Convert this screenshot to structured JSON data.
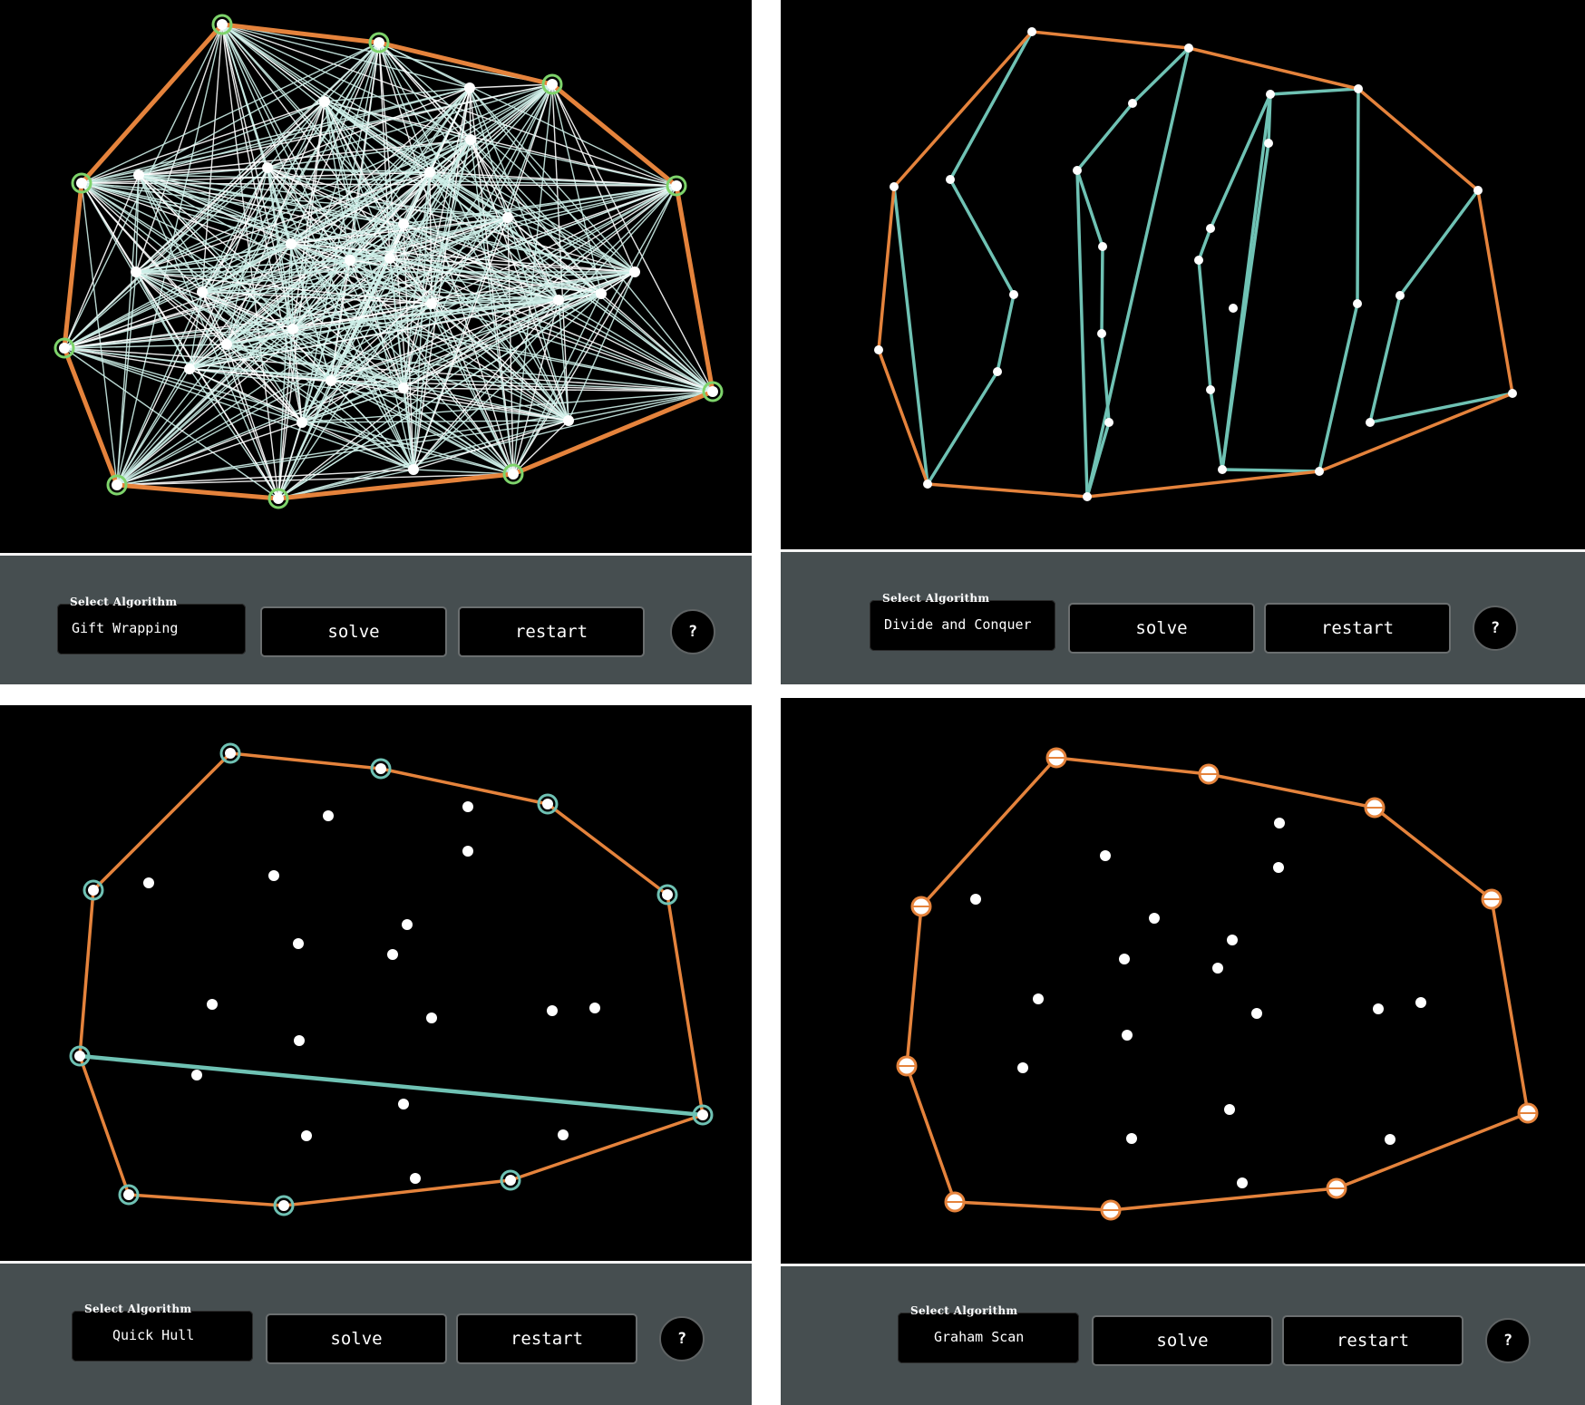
{
  "colors": {
    "canvas_bg": "#000000",
    "toolbar_bg": "#464e50",
    "hull_edge": "#e5833c",
    "teal": "#6fc2b4",
    "green": "#7ed46b",
    "point": "#ffffff"
  },
  "panels": [
    {
      "id": "gift-wrapping",
      "select": {
        "label": "Select Algorithm",
        "value": "Gift Wrapping"
      },
      "solve_label": "solve",
      "restart_label": "restart",
      "help_label": "?"
    },
    {
      "id": "divide-and-conquer",
      "select": {
        "label": "Select Algorithm",
        "value": "Divide and Conquer"
      },
      "solve_label": "solve",
      "restart_label": "restart",
      "help_label": "?"
    },
    {
      "id": "quick-hull",
      "select": {
        "label": "Select Algorithm",
        "value": "Quick Hull"
      },
      "solve_label": "solve",
      "restart_label": "restart",
      "help_label": "?"
    },
    {
      "id": "graham-scan",
      "select": {
        "label": "Select Algorithm",
        "value": "Graham Scan"
      },
      "solve_label": "solve",
      "restart_label": "restart",
      "help_label": "?"
    }
  ]
}
